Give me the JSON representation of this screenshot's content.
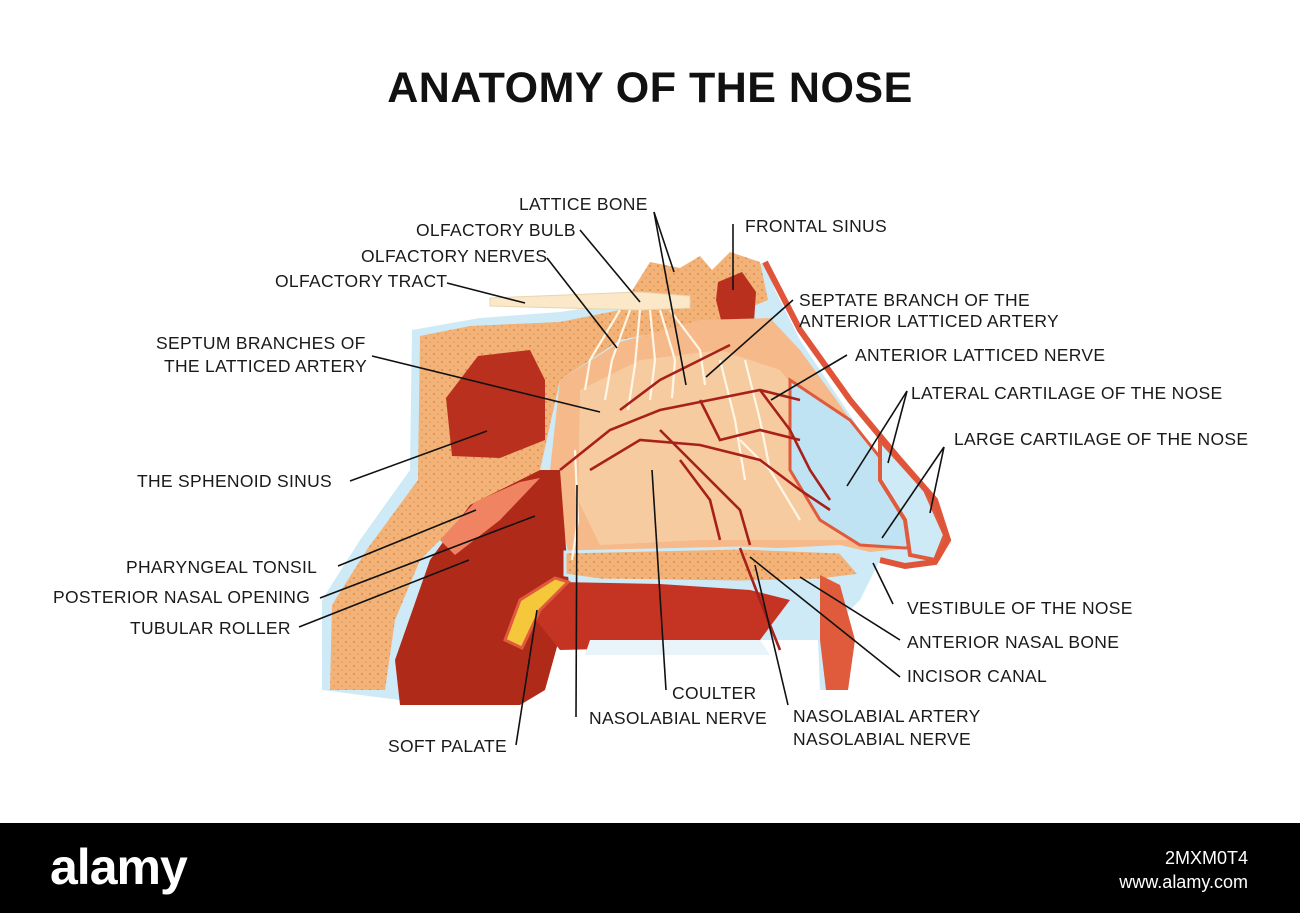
{
  "title": "ANATOMY OF THE NOSE",
  "labels": {
    "lattice_bone": "LATTICE BONE",
    "olfactory_bulb": "OLFACTORY BULB",
    "olfactory_nerves": "OLFACTORY NERVES",
    "olfactory_tract": "OLFACTORY TRACT",
    "septum_branches_1": "SEPTUM BRANCHES OF",
    "septum_branches_2": "THE LATTICED ARTERY",
    "sphenoid_sinus": "THE SPHENOID SINUS",
    "pharyngeal_tonsil": "PHARYNGEAL TONSIL",
    "posterior_nasal_opening": "POSTERIOR NASAL OPENING",
    "tubular_roller": "TUBULAR ROLLER",
    "soft_palate": "SOFT PALATE",
    "nasolabial_nerve_left": "NASOLABIAL NERVE",
    "coulter": "COULTER",
    "nasolabial_artery": "NASOLABIAL ARTERY",
    "nasolabial_nerve_right": "NASOLABIAL NERVE",
    "incisor_canal": "INCISOR CANAL",
    "anterior_nasal_bone": "ANTERIOR NASAL BONE",
    "vestibule": "VESTIBULE OF THE NOSE",
    "large_cartilage": "LARGE CARTILAGE OF THE NOSE",
    "lateral_cartilage": "LATERAL CARTILAGE OF THE NOSE",
    "anterior_latticed_nerve": "ANTERIOR LATTICED NERVE",
    "septate_branch_1": "SEPTATE BRANCH OF THE",
    "septate_branch_2": "ANTERIOR LATTICED ARTERY",
    "frontal_sinus": "FRONTAL SINUS"
  },
  "footer": {
    "brand": "alamy",
    "image_id": "2MXM0T4",
    "site": "www.alamy.com"
  },
  "colors": {
    "bone": "#f2b278",
    "bone_dot": "#d98a4a",
    "tissue_red": "#b9301f",
    "tissue_light": "#f6c79c",
    "mucosa": "#ee6a4a",
    "cartilage": "#bfe3f2",
    "nerve": "#fff6e6",
    "artery": "#a8201a"
  }
}
